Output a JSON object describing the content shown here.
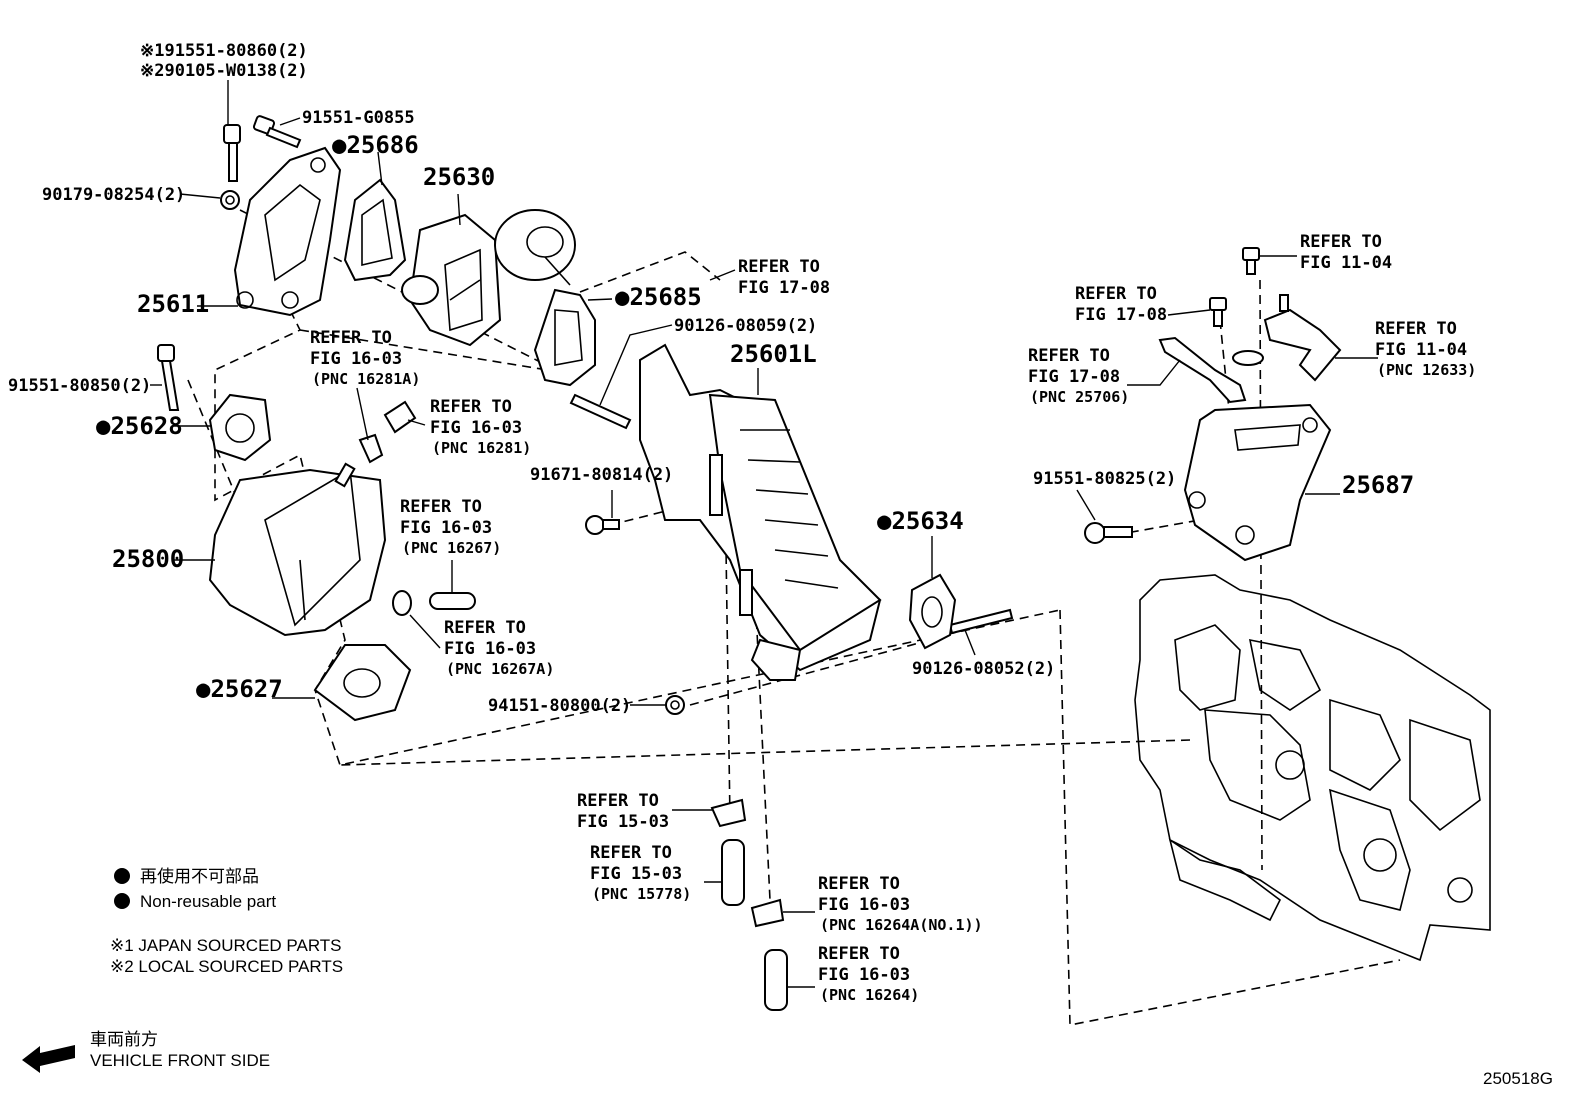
{
  "labels": {
    "note1": "※191551-80860(2)",
    "note2": "※290105-W0138(2)",
    "p91551G0855": "91551-G0855",
    "p25686": "●25686",
    "p25630": "25630",
    "p90179": "90179-08254(2)",
    "p25611": "25611",
    "ref1708a_1": "REFER TO",
    "ref1708a_2": "FIG 17-08",
    "p25685": "●25685",
    "ref1603a_1": "REFER TO",
    "ref1603a_2": "FIG 16-03",
    "ref1603a_3": "(PNC 16281A)",
    "p90126_59": "90126-08059(2)",
    "p25601L": "25601L",
    "p91551_850": "91551-80850(2)",
    "ref1603b_1": "REFER TO",
    "ref1603b_2": "FIG 16-03",
    "ref1603b_3": "(PNC 16281)",
    "p25628": "●25628",
    "p91671": "91671-80814(2)",
    "ref1603c_1": "REFER TO",
    "ref1603c_2": "FIG 16-03",
    "ref1603c_3": "(PNC 16267)",
    "p25634": "●25634",
    "p25800": "25800",
    "ref1603d_1": "REFER TO",
    "ref1603d_2": "FIG 16-03",
    "ref1603d_3": "(PNC 16267A)",
    "p90126_52": "90126-08052(2)",
    "p25627": "●25627",
    "p94151": "94151-80800(2)",
    "ref1503a_1": "REFER TO",
    "ref1503a_2": "FIG 15-03",
    "ref1503b_1": "REFER TO",
    "ref1503b_2": "FIG 15-03",
    "ref1503b_3": "(PNC 15778)",
    "ref1603e_1": "REFER TO",
    "ref1603e_2": "FIG 16-03",
    "ref1603e_3": "(PNC 16264A(NO.1))",
    "ref1603f_1": "REFER TO",
    "ref1603f_2": "FIG 16-03",
    "ref1603f_3": "(PNC 16264)",
    "ref1104a_1": "REFER TO",
    "ref1104a_2": "FIG 11-04",
    "ref1708b_1": "REFER TO",
    "ref1708b_2": "FIG 17-08",
    "ref1708c_1": "REFER TO",
    "ref1708c_2": "FIG 17-08",
    "ref1708c_3": "(PNC 25706)",
    "ref1104b_1": "REFER TO",
    "ref1104b_2": "FIG 11-04",
    "ref1104b_3": "(PNC 12633)",
    "p91551_825": "91551-80825(2)",
    "p25687": "25687"
  },
  "legend": {
    "non_reusable_jp": "再使用不可部品",
    "non_reusable_en": "Non-reusable part",
    "japan_sourced": "※1  JAPAN SOURCED PARTS",
    "local_sourced": "※2  LOCAL SOURCED PARTS"
  },
  "footer": {
    "front_jp": "車両前方",
    "front_en": "VEHICLE FRONT SIDE",
    "figure_code": "250518G"
  }
}
